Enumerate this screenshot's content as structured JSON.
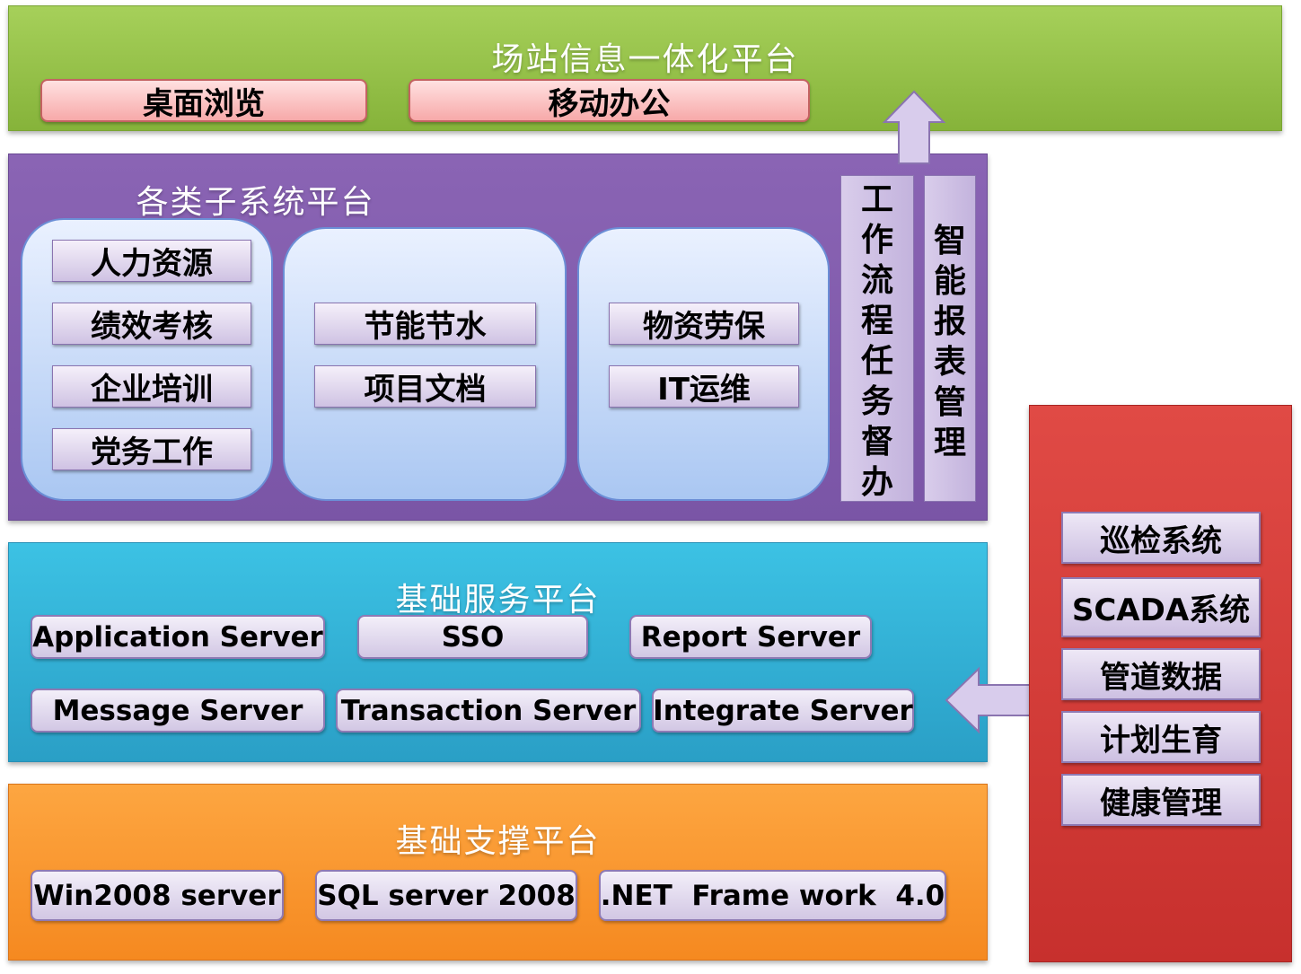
{
  "colors": {
    "top_layer": "#96c14a",
    "subsystem_layer": "#8060ae",
    "base_service_layer": "#33b2d8",
    "support_layer": "#f9972e",
    "side_panel": "#d43b38",
    "arrow_fill": "#d8ccec"
  },
  "top_layer": {
    "title": "场站信息一体化平台",
    "items": [
      "桌面浏览",
      "移动办公"
    ]
  },
  "subsystem_layer": {
    "title": "各类子系统平台",
    "group1": [
      "人力资源",
      "绩效考核",
      "企业培训",
      "党务工作"
    ],
    "group2": [
      "节能节水",
      "项目文档"
    ],
    "group3": [
      "物资劳保",
      "IT运维"
    ],
    "vertical1": "工作流程任务督办",
    "vertical2": "智能报表管理"
  },
  "base_service_layer": {
    "title": "基础服务平台",
    "services": [
      "Application Server",
      "SSO",
      "Report Server",
      "Message Server",
      "Transaction Server",
      "Integrate Server"
    ]
  },
  "support_layer": {
    "title": "基础支撑平台",
    "items": [
      "Win2008 server",
      "SQL server 2008",
      ".NET  Frame work  4.0"
    ]
  },
  "side_panel": {
    "items": [
      "巡检系统",
      "SCADA系统",
      "管道数据",
      "计划生育",
      "健康管理"
    ]
  }
}
